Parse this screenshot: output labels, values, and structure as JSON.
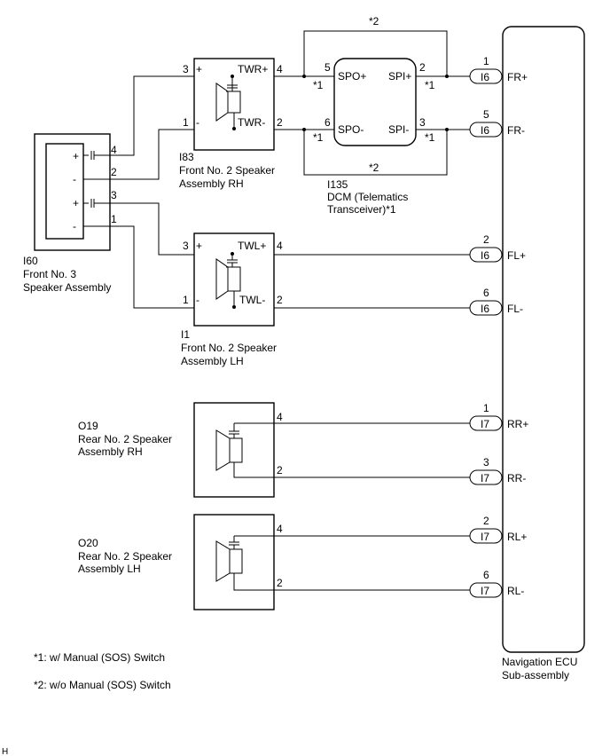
{
  "footer_mark": "H",
  "notes": {
    "n1": "*1: w/ Manual (SOS) Switch",
    "n2": "*2: w/o Manual (SOS) Switch"
  },
  "ecu": {
    "line1": "Navigation ECU",
    "line2": "Sub-assembly"
  },
  "components": {
    "i60": {
      "code": "I60",
      "name1": "Front No. 3",
      "name2": "Speaker Assembly",
      "pins": [
        "4",
        "2",
        "3",
        "1"
      ],
      "signs": [
        "+",
        "-",
        "+",
        "-"
      ]
    },
    "i83": {
      "code": "I83",
      "name1": "Front No. 2 Speaker",
      "name2": "Assembly RH",
      "pos_label": "TWR+",
      "neg_label": "TWR-",
      "pin_tl": "3",
      "sign_tl": "+",
      "pin_tr": "4",
      "pin_bl": "1",
      "sign_bl": "-",
      "pin_br": "2"
    },
    "i1": {
      "code": "I1",
      "name1": "Front No. 2 Speaker",
      "name2": "Assembly LH",
      "pos_label": "TWL+",
      "neg_label": "TWL-",
      "pin_tl": "3",
      "sign_tl": "+",
      "pin_tr": "4",
      "pin_bl": "1",
      "sign_bl": "-",
      "pin_br": "2"
    },
    "i135": {
      "code": "I135",
      "name1": "DCM (Telematics",
      "name2": "Transceiver)*1",
      "spo_pos": "SPO+",
      "spo_neg": "SPO-",
      "spi_pos": "SPI+",
      "spi_neg": "SPI-",
      "pin_spo_pos": "5",
      "pin_spo_neg": "6",
      "pin_spi_pos": "2",
      "pin_spi_neg": "3",
      "mark1": "*1",
      "mark2": "*2"
    },
    "o19": {
      "code": "O19",
      "name1": "Rear No. 2 Speaker",
      "name2": "Assembly RH",
      "pin_top": "4",
      "pin_bot": "2"
    },
    "o20": {
      "code": "O20",
      "name1": "Rear No. 2 Speaker",
      "name2": "Assembly LH",
      "pin_top": "4",
      "pin_bot": "2"
    }
  },
  "ecu_terminals": [
    {
      "connector": "I6",
      "pin": "1",
      "label": "FR+"
    },
    {
      "connector": "I6",
      "pin": "5",
      "label": "FR-"
    },
    {
      "connector": "I6",
      "pin": "2",
      "label": "FL+"
    },
    {
      "connector": "I6",
      "pin": "6",
      "label": "FL-"
    },
    {
      "connector": "I7",
      "pin": "1",
      "label": "RR+"
    },
    {
      "connector": "I7",
      "pin": "3",
      "label": "RR-"
    },
    {
      "connector": "I7",
      "pin": "2",
      "label": "RL+"
    },
    {
      "connector": "I7",
      "pin": "6",
      "label": "RL-"
    }
  ]
}
